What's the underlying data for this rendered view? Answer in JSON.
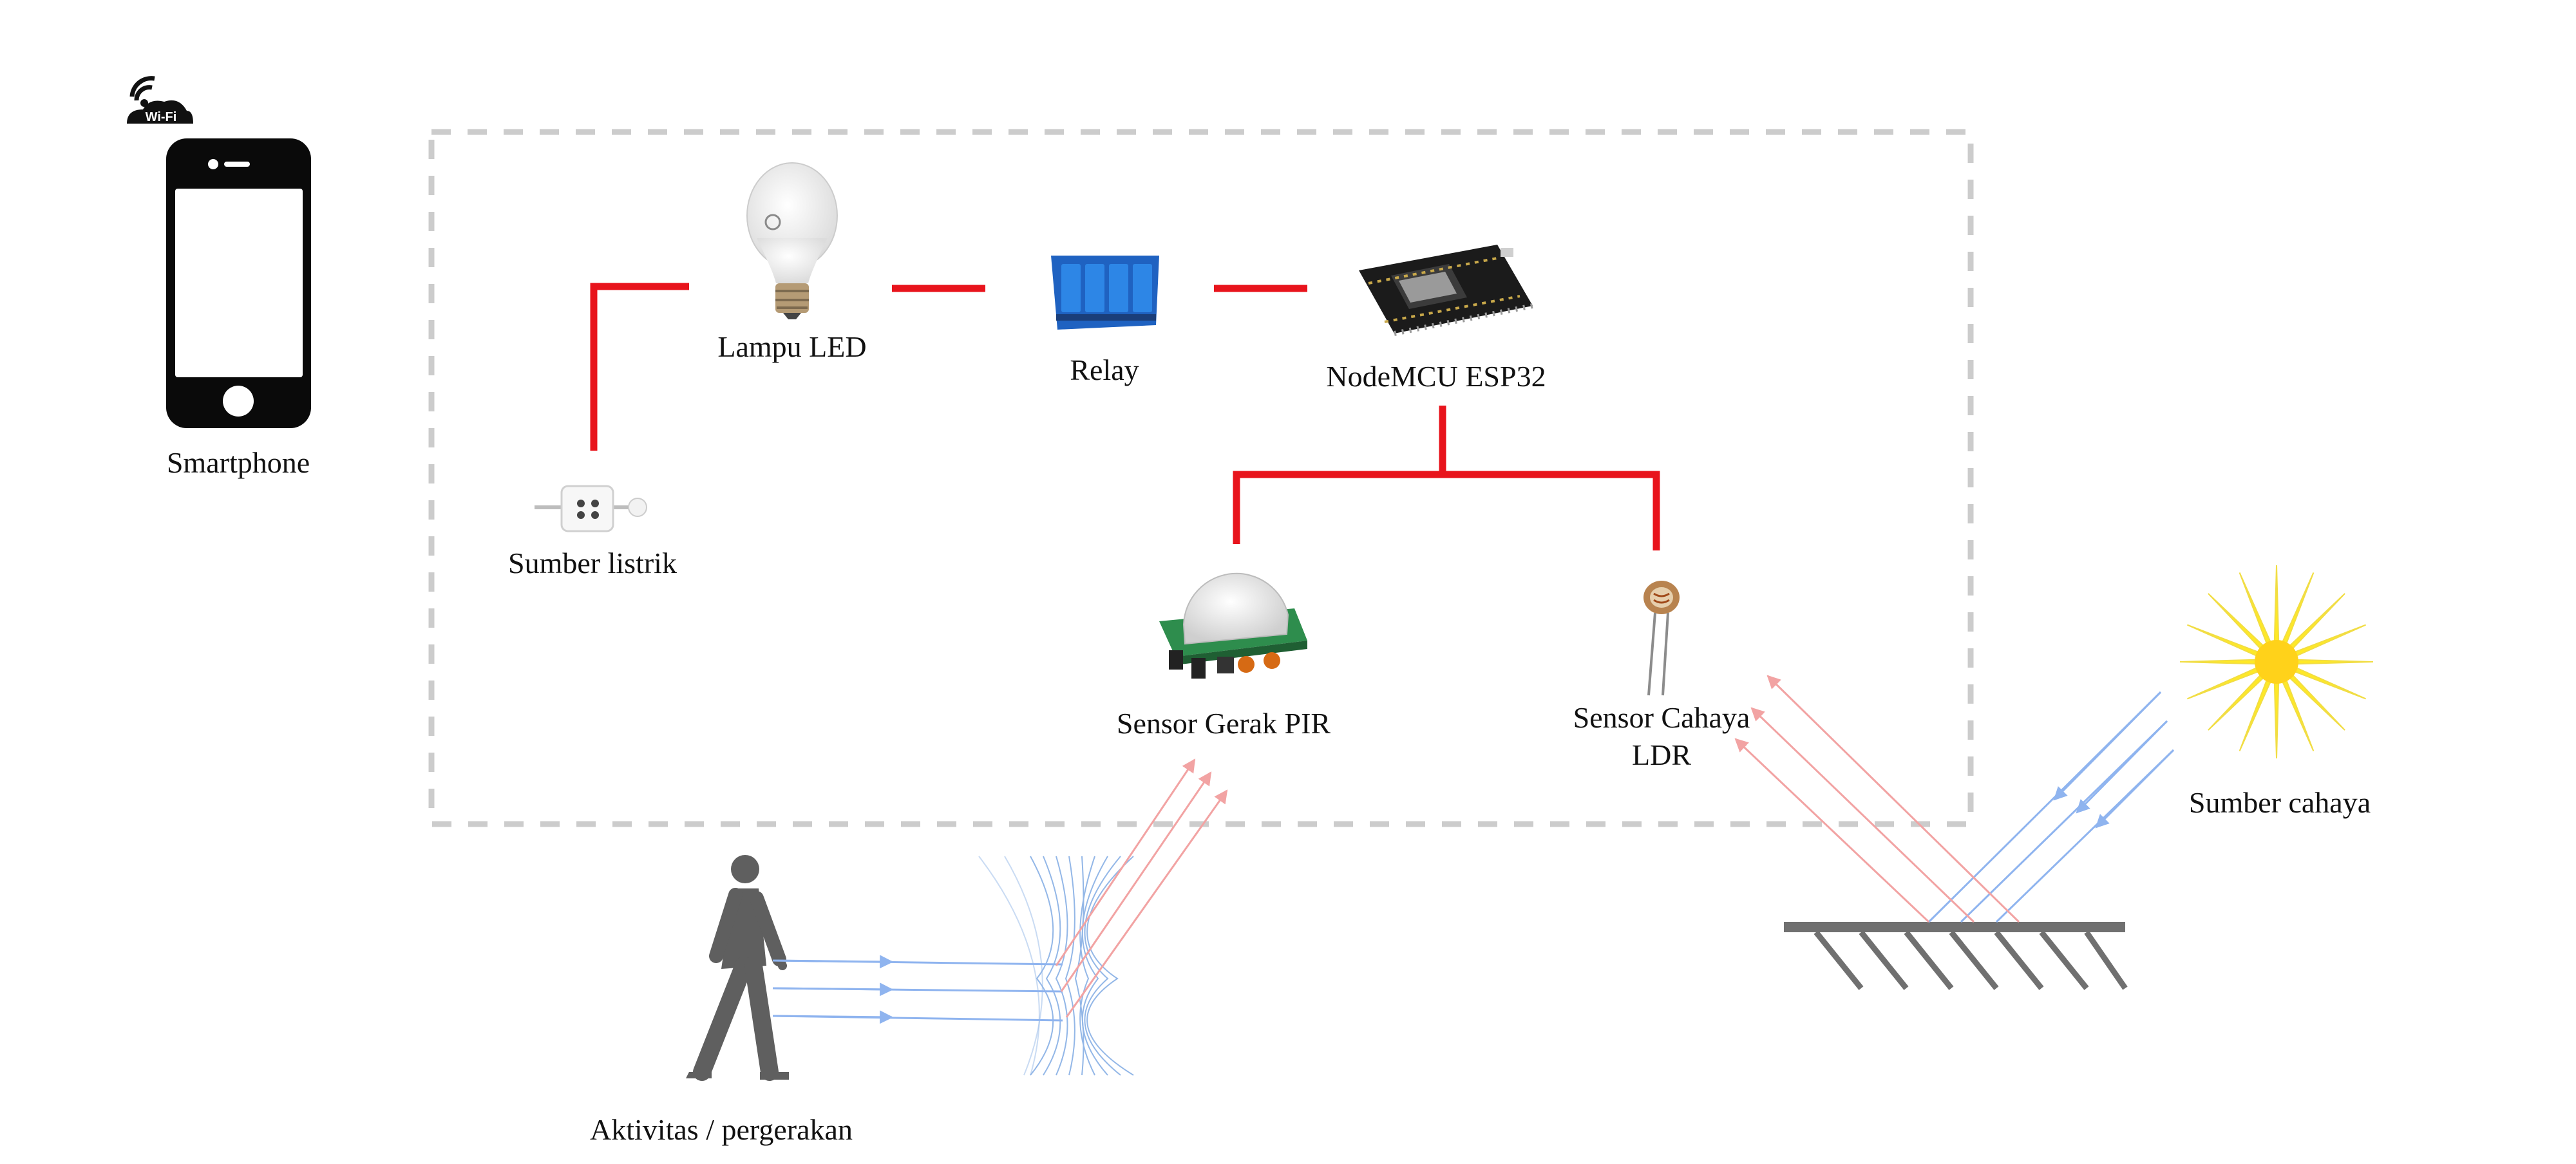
{
  "labels": {
    "smartphone": "Smartphone",
    "wifi": "Wi-Fi",
    "lamp": "Lampu LED",
    "relay": "Relay",
    "nodemcu": "NodeMCU ESP32",
    "power": "Sumber listrik",
    "pir": "Sensor Gerak PIR",
    "ldr_line1": "Sensor Cahaya",
    "ldr_line2": "LDR",
    "light_source": "Sumber cahaya",
    "activity": "Aktivitas / pergerakan"
  },
  "colors": {
    "wire": "#e8141c",
    "boundary": "#cccccc",
    "emitted_ray": "#f2a3a3",
    "incoming_ray": "#8fb4ef",
    "ground": "#707070",
    "person": "#5f5f5f",
    "sun": "#ffe81a",
    "relay_board": "#1f62c1"
  }
}
